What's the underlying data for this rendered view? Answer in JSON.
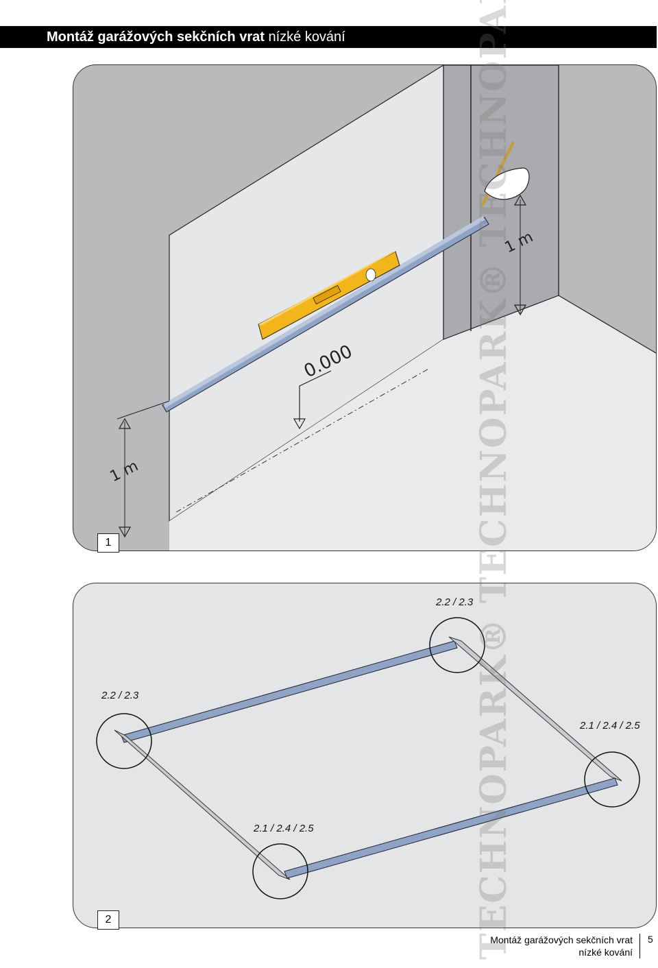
{
  "header": {
    "title_bold": "Montáž garážových sekčních vrat",
    "title_light": "nízké kování"
  },
  "figure1": {
    "step": "1",
    "level_text": "0.000",
    "dimension_left": "1 m",
    "dimension_right": "1 m"
  },
  "figure2": {
    "step": "2",
    "ref_top_right": "2.2 / 2.3",
    "ref_top_left": "2.2 / 2.3",
    "ref_right": "2.1 / 2.4 / 2.5",
    "ref_bottom": "2.1 / 2.4 / 2.5"
  },
  "watermark": "TECHNOPARK® TECHNOPARK® TECHNOPARK®",
  "footer": {
    "line1": "Montáž garážových sekčních vrat",
    "line2": "nízké kování",
    "page": "5"
  },
  "colors": {
    "wall": "#b8babc",
    "opening": "#e6e7e9",
    "rail": "#8fa3c4",
    "level": "#f2b61c"
  }
}
